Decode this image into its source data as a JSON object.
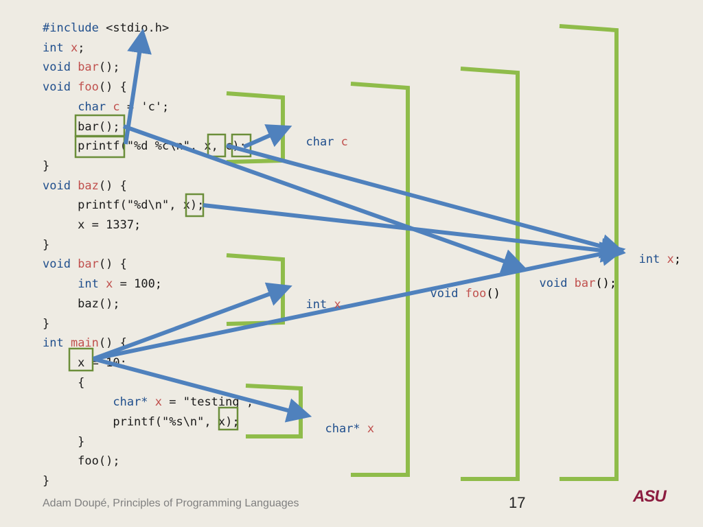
{
  "code_lines": [
    [
      {
        "t": "#include ",
        "c": "kw"
      },
      {
        "t": "<stdio.h>",
        "c": ""
      }
    ],
    [
      {
        "t": "int ",
        "c": "kw"
      },
      {
        "t": "x",
        "c": "id"
      },
      {
        "t": ";",
        "c": ""
      }
    ],
    [
      {
        "t": "void ",
        "c": "kw"
      },
      {
        "t": "bar",
        "c": "id"
      },
      {
        "t": "();",
        "c": ""
      }
    ],
    [
      {
        "t": "void ",
        "c": "kw"
      },
      {
        "t": "foo",
        "c": "id"
      },
      {
        "t": "() {",
        "c": ""
      }
    ],
    [
      {
        "t": "     ",
        "c": ""
      },
      {
        "t": "char ",
        "c": "kw"
      },
      {
        "t": "c",
        "c": "id"
      },
      {
        "t": " = 'c';",
        "c": ""
      }
    ],
    [
      {
        "t": "     bar();",
        "c": ""
      }
    ],
    [
      {
        "t": "     printf(\"%d %c\\n\", x, c);",
        "c": ""
      }
    ],
    [
      {
        "t": "}",
        "c": ""
      }
    ],
    [
      {
        "t": "void ",
        "c": "kw"
      },
      {
        "t": "baz",
        "c": "id"
      },
      {
        "t": "() {",
        "c": ""
      }
    ],
    [
      {
        "t": "     printf(\"%d\\n\", x);",
        "c": ""
      }
    ],
    [
      {
        "t": "     x = 1337;",
        "c": ""
      }
    ],
    [
      {
        "t": "}",
        "c": ""
      }
    ],
    [
      {
        "t": "void ",
        "c": "kw"
      },
      {
        "t": "bar",
        "c": "id"
      },
      {
        "t": "() {",
        "c": ""
      }
    ],
    [
      {
        "t": "     ",
        "c": ""
      },
      {
        "t": "int ",
        "c": "kw"
      },
      {
        "t": "x",
        "c": "id"
      },
      {
        "t": " = 100;",
        "c": ""
      }
    ],
    [
      {
        "t": "     baz();",
        "c": ""
      }
    ],
    [
      {
        "t": "}",
        "c": ""
      }
    ],
    [
      {
        "t": "int ",
        "c": "kw"
      },
      {
        "t": "main",
        "c": "id"
      },
      {
        "t": "() {",
        "c": ""
      }
    ],
    [
      {
        "t": "     x = 10;",
        "c": ""
      }
    ],
    [
      {
        "t": "     {",
        "c": ""
      }
    ],
    [
      {
        "t": "          ",
        "c": ""
      },
      {
        "t": "char* ",
        "c": "kw"
      },
      {
        "t": "x",
        "c": "id"
      },
      {
        "t": " = \"testing\";",
        "c": ""
      }
    ],
    [
      {
        "t": "          printf(\"%s\\n\", x);",
        "c": ""
      }
    ],
    [
      {
        "t": "     }",
        "c": ""
      }
    ],
    [
      {
        "t": "     foo();",
        "c": ""
      }
    ],
    [
      {
        "t": "}",
        "c": ""
      }
    ]
  ],
  "scope_labels": {
    "global": {
      "type": "int ",
      "name": "x",
      "suffix": ";"
    },
    "bar_decl": {
      "type": "void ",
      "name": "bar",
      "suffix": "();"
    },
    "foo_decl": {
      "type": "void ",
      "name": "foo",
      "suffix": "()"
    },
    "foo_local": {
      "type": "char ",
      "name": "c",
      "suffix": ""
    },
    "bar_local": {
      "type": "int ",
      "name": "x",
      "suffix": ""
    },
    "block_local": {
      "type": "char* ",
      "name": "x",
      "suffix": ""
    }
  },
  "colors": {
    "keyword": "#1f4e8c",
    "identifier": "#c0504d",
    "scope_bracket": "#8fbc4a",
    "reference_box": "#6b8e3a",
    "arrow": "#4f81bd"
  },
  "footer": {
    "author": "Adam Doupé, Principles of Programming Languages",
    "page": "17",
    "logo": "ASU"
  }
}
